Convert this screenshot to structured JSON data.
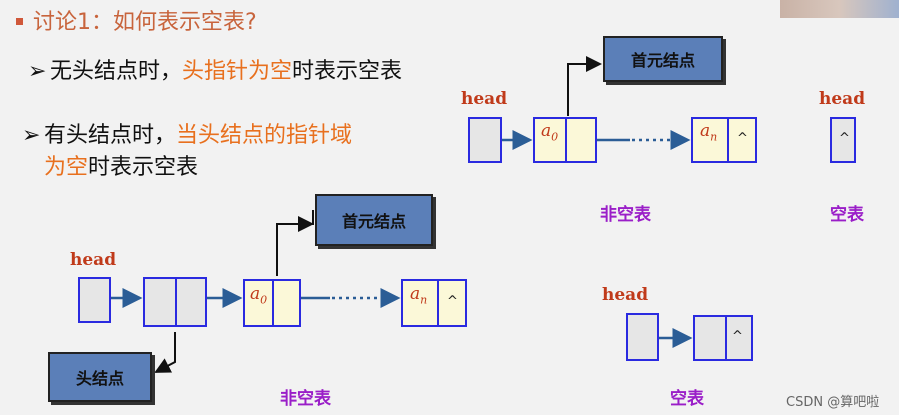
{
  "title": "讨论1：如何表示空表?",
  "bullets": [
    {
      "parts": [
        {
          "text": "无头结点时，",
          "hl": false
        },
        {
          "text": "头指针为空",
          "hl": true
        },
        {
          "text": "时表示空表",
          "hl": false
        }
      ]
    },
    {
      "line1": [
        {
          "text": "有头结点时，",
          "hl": false
        },
        {
          "text": "当头结点的指针域",
          "hl": true
        }
      ],
      "line2": [
        {
          "text": "为空",
          "hl": true
        },
        {
          "text": "时表示空表",
          "hl": false
        }
      ]
    }
  ],
  "diagram": {
    "head_label": "head",
    "first_node_label": "首元结点",
    "head_node_label": "头结点",
    "a0": "a",
    "a0_sub": "0",
    "an": "a",
    "an_sub": "n",
    "null_symbol": "^",
    "nonempty_caption": "非空表",
    "empty_caption": "空表"
  },
  "watermark": "CSDN @算吧啦",
  "colors": {
    "accent_orange": "#e8701e",
    "node_border": "#2a2ae0",
    "caption_purple": "#9a1ec8",
    "box_blue": "#5b7fb8"
  }
}
